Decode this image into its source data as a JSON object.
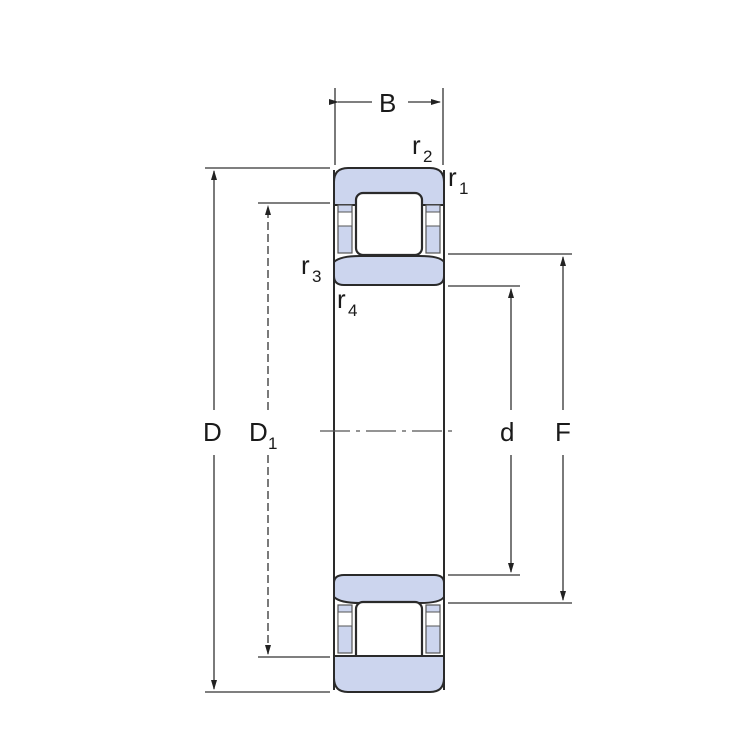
{
  "diagram": {
    "type": "cylindrical roller bearing cross-section drawing",
    "colors": {
      "ring_fill": "#ccd5ee",
      "outline": "#2a2a2a",
      "dimension_line": "#333333",
      "background": "#ffffff"
    },
    "labels": {
      "B": "B",
      "r2_main": "r",
      "r2_sub": "2",
      "r1_main": "r",
      "r1_sub": "1",
      "r3_main": "r",
      "r3_sub": "3",
      "r4_main": "r",
      "r4_sub": "4",
      "D": "D",
      "D1_main": "D",
      "D1_sub": "1",
      "d": "d",
      "F": "F"
    }
  }
}
